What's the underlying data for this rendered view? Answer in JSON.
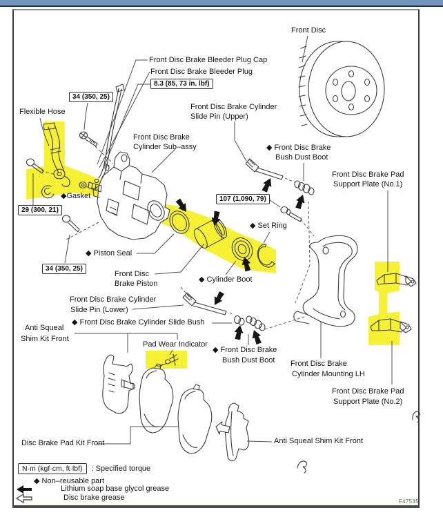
{
  "figure_code": "F47535",
  "colors": {
    "highlight": "#f4ee12",
    "header_bar": "#7295ba",
    "line_art": "#3a3a3a"
  },
  "labels": {
    "front_disc": "Front Disc",
    "bleeder_plug_cap": "Front Disc Brake Bleeder Plug Cap",
    "bleeder_plug": "Front Disc Brake Bleeder Plug",
    "flexible_hose": "Flexible Hose",
    "gasket": "◆Gasket",
    "cylinder_subassy": {
      "line1": "Front Disc Brake",
      "line2": "Cylinder Sub–assy"
    },
    "slide_pin_upper": {
      "line1": "Front Disc Brake Cylinder",
      "line2": "Slide Pin (Upper)"
    },
    "bush_dust_boot_upper": {
      "line1": "◆ Front Disc Brake",
      "line2": "Bush Dust Boot"
    },
    "support_plate_no1": {
      "line1": "Front Disc Brake Pad",
      "line2": "Support Plate (No.1)"
    },
    "set_ring": "◆ Set Ring",
    "piston_seal": "◆ Piston Seal",
    "brake_piston": {
      "line1": "Front Disc",
      "line2": "Brake Piston"
    },
    "cylinder_boot": "◆ Cylinder Boot",
    "slide_pin_lower": {
      "line1": "Front Disc Brake Cylinder",
      "line2": "Slide Pin (Lower)"
    },
    "cylinder_slide_bush": "◆ Front Disc Brake Cylinder Slide Bush",
    "anti_squeal_left": {
      "line1": "Anti Squeal",
      "line2": "Shim Kit Front"
    },
    "pad_wear_indicator": "Pad Wear Indicator",
    "bush_dust_boot_lower": {
      "line1": "◆ Front Disc Brake",
      "line2": "Bush Dust Boot"
    },
    "cylinder_mounting": {
      "line1": "Front Disc Brake",
      "line2": "Cylinder Mounting LH"
    },
    "support_plate_no2": {
      "line1": "Front Disc Brake Pad",
      "line2": "Support Plate (No.2)"
    },
    "disc_brake_pad_kit": "Disc Brake Pad Kit Front",
    "anti_squeal_right": "Anti Squeal Shim Kit Front"
  },
  "torque_specs": {
    "bleeder_plug": "8.3 (85, 73 in. lbf)",
    "union_bolt_upper": "34 (350, 25)",
    "flexible_hose_bolt": "29 (300, 21)",
    "caliper_bolt_lower": "34 (350, 25)",
    "mounting_bolt": "107 (1,090, 79)"
  },
  "legend": {
    "torque_unit": "N·m (kgf·cm, ft·lbf)",
    "torque_desc": ": Specified torque",
    "non_reusable": "◆ Non–reusable part",
    "lithium_grease": "Lithium soap base glycol grease",
    "disc_brake_grease": "Disc brake grease"
  }
}
